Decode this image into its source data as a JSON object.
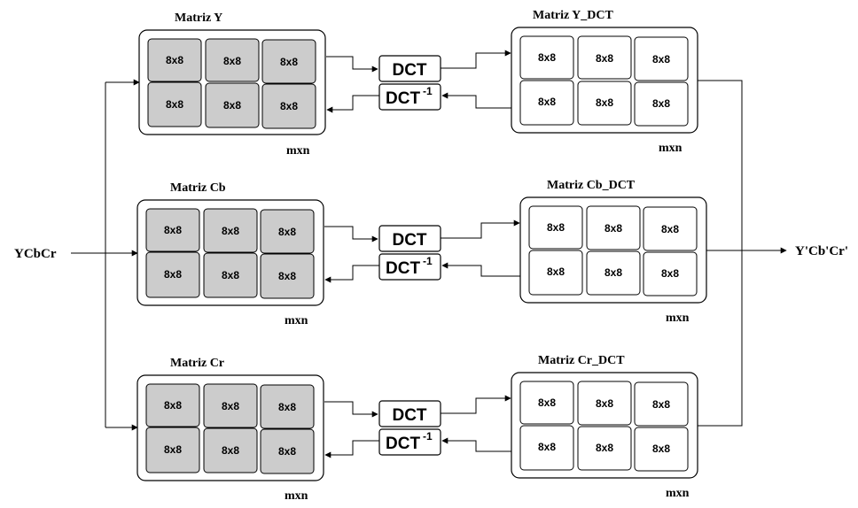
{
  "input_label": "YCbCr",
  "output_label": "Y'Cb'Cr'",
  "cell_label": "8x8",
  "dct_label": "DCT",
  "idct_label": "DCT",
  "idct_superscript": "-1",
  "rows": [
    {
      "left_title": "Matriz Y",
      "left_dim": "mxn",
      "right_title": "Matriz Y_DCT",
      "right_dim": "mxn"
    },
    {
      "left_title": "Matriz Cb",
      "left_dim": "mxn",
      "right_title": "Matriz Cb_DCT",
      "right_dim": "mxn"
    },
    {
      "left_title": "Matriz Cr",
      "left_dim": "mxn",
      "right_title": "Matriz Cr_DCT",
      "right_dim": "mxn"
    }
  ],
  "colors": {
    "grey_cell": "#cccccc",
    "line": "#000000",
    "background": "#ffffff"
  }
}
